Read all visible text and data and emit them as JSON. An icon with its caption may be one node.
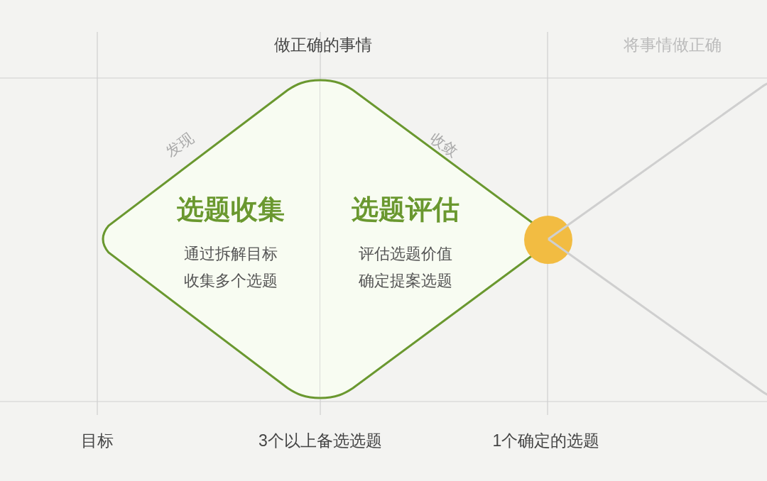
{
  "diagram": {
    "nodes": [
      {
        "text": [
          "选题收集",
          "通过拆解目标收集多个选题"
        ],
        "beside": [
          "发现"
        ]
      },
      {
        "text": [
          "选题评估",
          "评估选题价值确定提案选题"
        ],
        "beside": [
          "收敛"
        ]
      },
      {
        "text": [],
        "shape": "circle"
      },
      {
        "text": [],
        "shape": "diamond"
      }
    ],
    "labels": [
      "做正确的事情",
      "将事情做正确",
      "目标",
      "3个以上备选选题",
      "1个确定的选题"
    ]
  }
}
